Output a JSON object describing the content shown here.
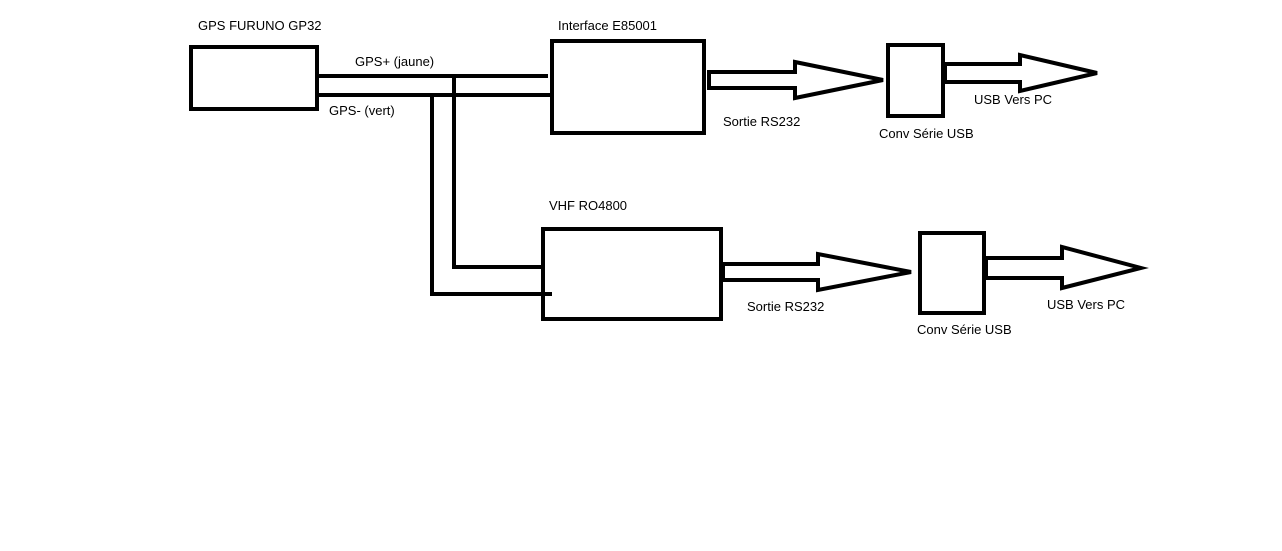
{
  "diagram": {
    "gps": {
      "label": "GPS FURUNO GP32"
    },
    "wires": {
      "gps_plus": "GPS+ (jaune)",
      "gps_minus": "GPS- (vert)"
    },
    "interface": {
      "label": "Interface E85001"
    },
    "vhf": {
      "label": "VHF RO4800"
    },
    "top_chain": {
      "output_label": "Sortie RS232",
      "converter_label": "Conv Série USB",
      "usb_label": "USB Vers PC"
    },
    "bottom_chain": {
      "output_label": "Sortie RS232",
      "converter_label": "Conv Série USB",
      "usb_label": "USB Vers PC"
    },
    "colors": {
      "ink": "#000000",
      "background": "#ffffff"
    }
  }
}
